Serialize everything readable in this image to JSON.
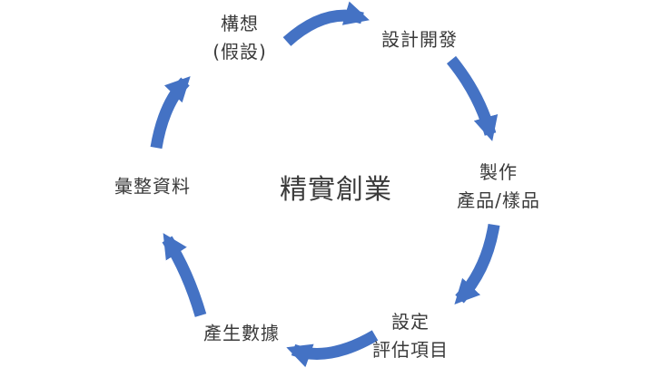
{
  "diagram": {
    "title": "精實創業",
    "nodes": {
      "idea": {
        "line1": "構想",
        "line2": "(假設)"
      },
      "design": {
        "line1": "設計開發"
      },
      "make": {
        "line1": "製作",
        "line2": "產品/樣品"
      },
      "metrics": {
        "line1": "設定",
        "line2": "評估項目"
      },
      "data": {
        "line1": "產生數據"
      },
      "collect": {
        "line1": "彙整資料"
      }
    },
    "arrows": [
      {
        "from": "idea",
        "to": "design"
      },
      {
        "from": "design",
        "to": "make"
      },
      {
        "from": "make",
        "to": "metrics"
      },
      {
        "from": "metrics",
        "to": "data"
      },
      {
        "from": "data",
        "to": "collect"
      },
      {
        "from": "collect",
        "to": "idea"
      }
    ],
    "colors": {
      "arrow": "#4472C4",
      "text": "#3A3A3A",
      "background": "#FFFFFF"
    }
  }
}
